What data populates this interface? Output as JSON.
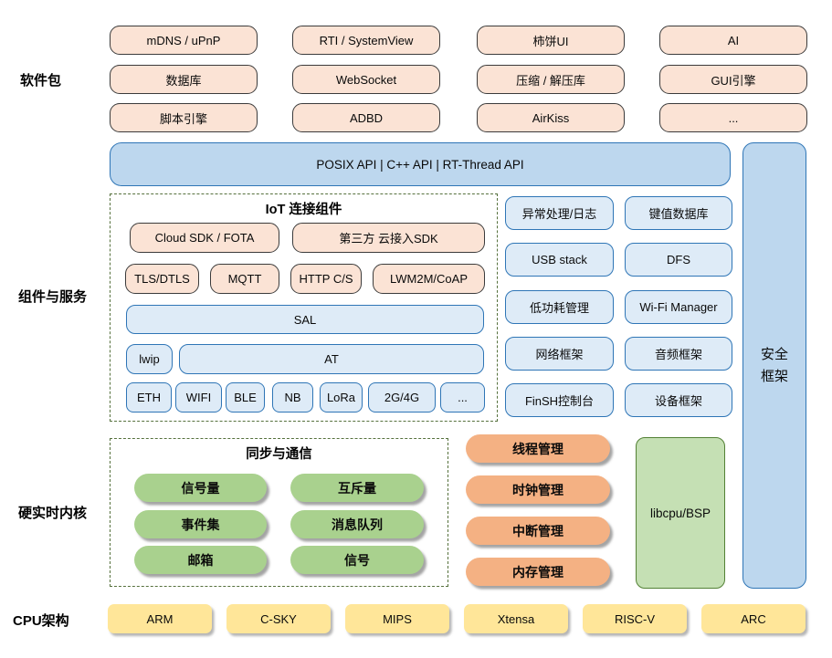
{
  "side_labels": {
    "software": "软件包",
    "components": "组件与服务",
    "kernel": "硬实时内核",
    "cpu": "CPU架构"
  },
  "software_packages": {
    "rows": [
      [
        "mDNS / uPnP",
        "RTI / SystemView",
        "柿饼UI",
        "AI"
      ],
      [
        "数据库",
        "WebSocket",
        "压缩 / 解压库",
        "GUI引擎"
      ],
      [
        "脚本引擎",
        "ADBD",
        "AirKiss",
        "..."
      ]
    ]
  },
  "api_bar": {
    "label": "POSIX API   |   C++ API   |   RT-Thread API"
  },
  "security_framework": {
    "line1": "安全",
    "line2": "框架"
  },
  "iot": {
    "title": "IoT 连接组件",
    "cloud_sdk": "Cloud SDK / FOTA",
    "third_party_sdk": "第三方 云接入SDK",
    "protocols": [
      "TLS/DTLS",
      "MQTT",
      "HTTP C/S",
      "LWM2M/CoAP"
    ],
    "sal": "SAL",
    "lwip": "lwip",
    "at": "AT",
    "links": [
      "ETH",
      "WIFI",
      "BLE",
      "NB",
      "LoRa",
      "2G/4G",
      "..."
    ]
  },
  "services": {
    "rows": [
      [
        "异常处理/日志",
        "键值数据库"
      ],
      [
        "USB stack",
        "DFS"
      ],
      [
        "低功耗管理",
        "Wi-Fi Manager"
      ],
      [
        "网络框架",
        "音频框架"
      ],
      [
        "FinSH控制台",
        "设备框架"
      ]
    ]
  },
  "kernel": {
    "sync_title": "同步与通信",
    "sync_rows": [
      [
        "信号量",
        "互斥量"
      ],
      [
        "事件集",
        "消息队列"
      ],
      [
        "邮箱",
        "信号"
      ]
    ],
    "managers": [
      "线程管理",
      "时钟管理",
      "中断管理",
      "内存管理"
    ],
    "libcpu": "libcpu/BSP"
  },
  "cpu_archs": [
    "ARM",
    "C-SKY",
    "MIPS",
    "Xtensa",
    "RISC-V",
    "ARC"
  ],
  "colors": {
    "peach_fill": "#FBE3D5",
    "peach_border": "#3B3B3B",
    "api_bar_fill": "#BDD7EE",
    "blue_border": "#2E75B6",
    "light_blue_fill": "#DEEBF7",
    "green_pill": "#A9D18E",
    "orange_pill": "#F4B183",
    "libcpu_fill": "#C5E0B4",
    "libcpu_border": "#538135",
    "yellow_card": "#FFE699",
    "dash_border": "#56713D"
  }
}
